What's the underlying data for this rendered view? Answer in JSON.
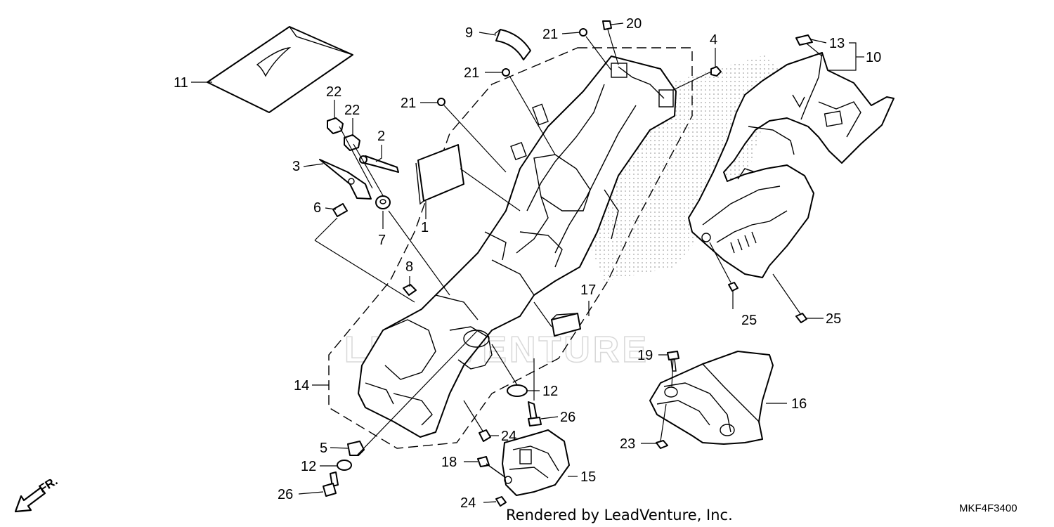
{
  "diagram": {
    "part_labels": {
      "p1": "1",
      "p2": "2",
      "p3": "3",
      "p4": "4",
      "p5": "5",
      "p6": "6",
      "p7": "7",
      "p8": "8",
      "p9": "9",
      "p10": "10",
      "p11": "11",
      "p12a": "12",
      "p12b": "12",
      "p13": "13",
      "p14": "14",
      "p15": "15",
      "p16": "16",
      "p17": "17",
      "p18": "18",
      "p19": "19",
      "p20": "20",
      "p21a": "21",
      "p21b": "21",
      "p21c": "21",
      "p22a": "22",
      "p22b": "22",
      "p23": "23",
      "p24a": "24",
      "p24b": "24",
      "p25a": "25",
      "p25b": "25",
      "p26a": "26",
      "p26b": "26"
    },
    "watermark": "LEADVENTURE",
    "direction_label": "FR.",
    "footer_credit": "Rendered by LeadVenture, Inc.",
    "diagram_code": "MKF4F3400"
  }
}
